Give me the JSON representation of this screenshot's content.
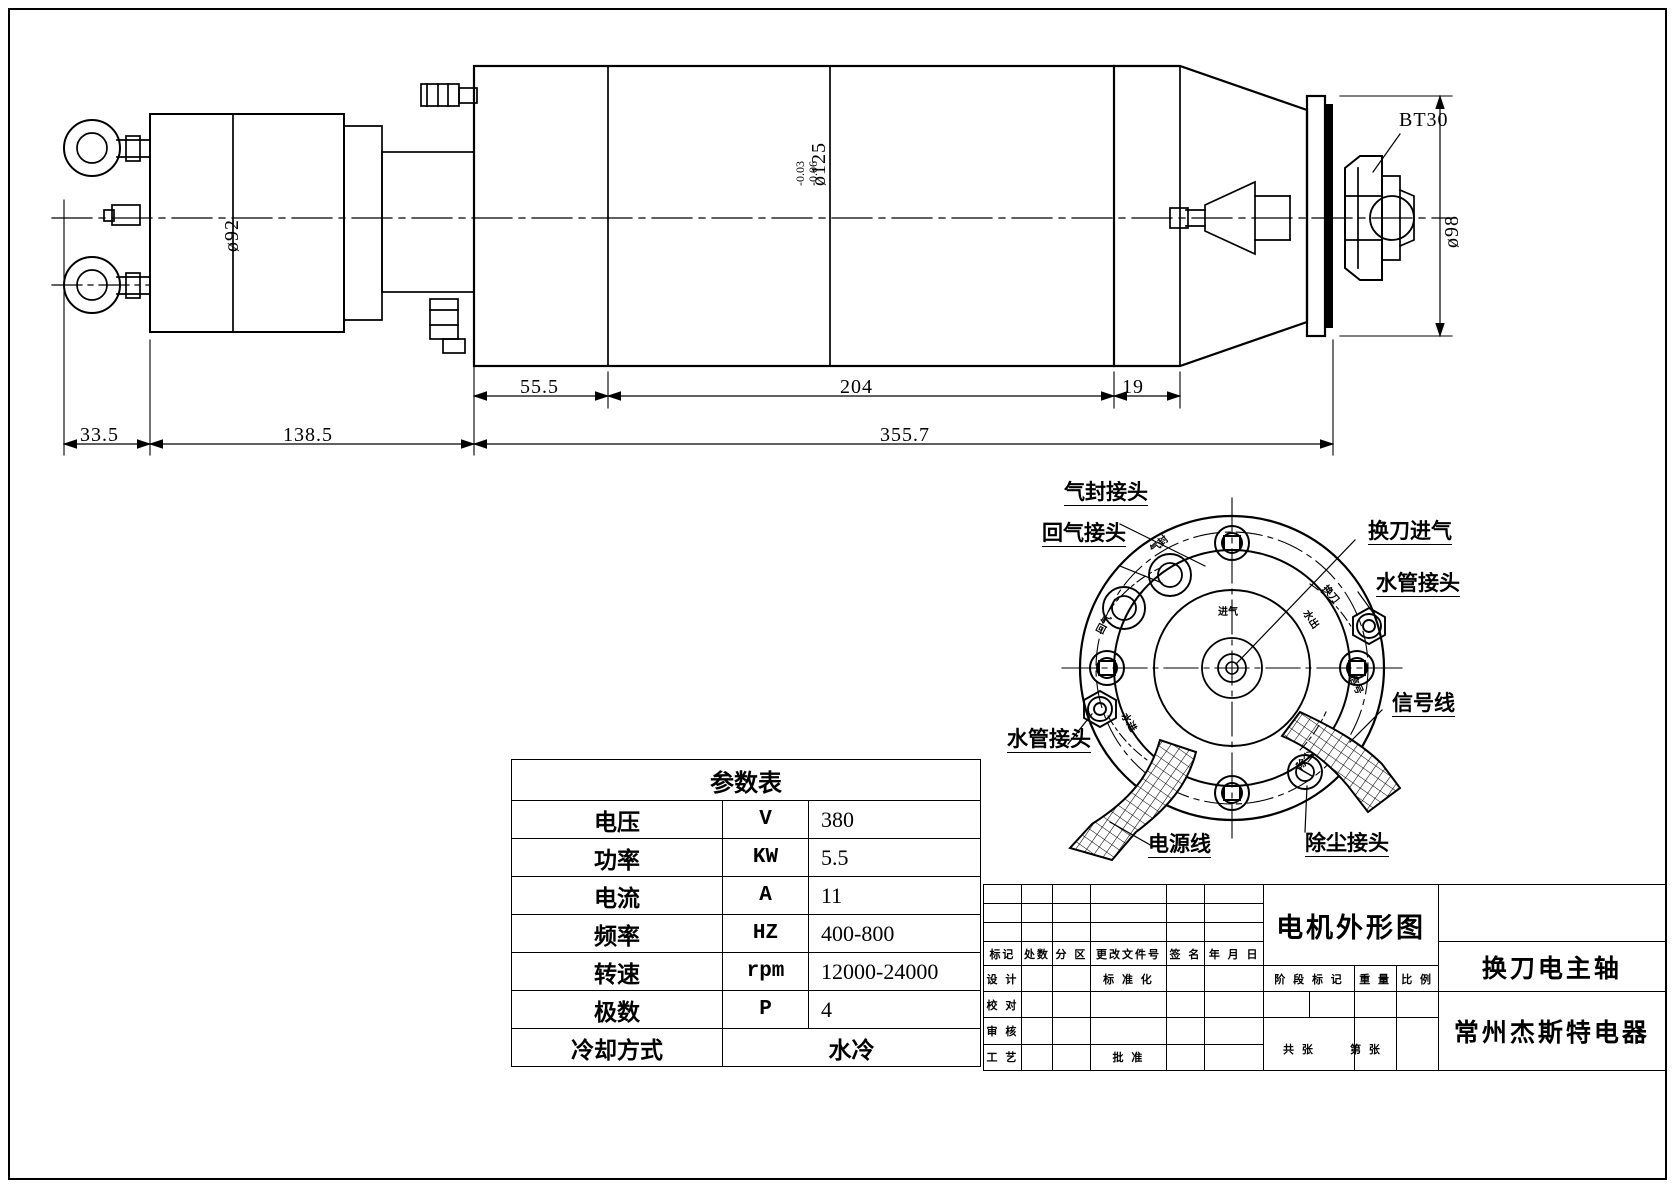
{
  "drawing": {
    "title": "电机外形图",
    "subject": "换刀电主轴",
    "company": "常州杰斯特电器"
  },
  "dimensions": {
    "d_motor_rear": "ø92",
    "d_body": "ø125",
    "tol_upper": "-0.03",
    "tol_lower": "-0.06",
    "d_nose": "ø98",
    "taper": "BT30",
    "len_rear_overhang": "33.5",
    "len_rear_body": "138.5",
    "len_front_step": "55.5",
    "len_main": "204",
    "len_nose": "19",
    "len_total": "355.7"
  },
  "front_view": {
    "center_label": "进气",
    "callouts": [
      {
        "id": "air-seal",
        "label": "气封接头"
      },
      {
        "id": "air-return",
        "label": "回气接头"
      },
      {
        "id": "tool-change-air",
        "label": "换刀进气"
      },
      {
        "id": "water-pipe-right",
        "label": "水管接头"
      },
      {
        "id": "signal-line",
        "label": "信号线"
      },
      {
        "id": "dust-port",
        "label": "除尘接头"
      },
      {
        "id": "power-line",
        "label": "电源线"
      },
      {
        "id": "water-pipe-left",
        "label": "水管接头"
      }
    ],
    "radial_tags": [
      "气封",
      "回气",
      "换刀",
      "水出",
      "水进",
      "除尘",
      "信号"
    ]
  },
  "param_table": {
    "title": "参数表",
    "rows": [
      {
        "name": "电压",
        "unit": "V",
        "value": "380"
      },
      {
        "name": "功率",
        "unit": "KW",
        "value": "5.5"
      },
      {
        "name": "电流",
        "unit": "A",
        "value": "11"
      },
      {
        "name": "频率",
        "unit": "HZ",
        "value": "400-800"
      },
      {
        "name": "转速",
        "unit": "rpm",
        "value": "12000-24000"
      },
      {
        "name": "极数",
        "unit": "P",
        "value": "4"
      }
    ],
    "cooling_name": "冷却方式",
    "cooling_value": "水冷"
  },
  "title_block": {
    "rev_headers": [
      "标记",
      "处数",
      "分  区",
      "更改文件号",
      "签  名",
      "年 月 日"
    ],
    "roles": [
      "设 计",
      "校 对",
      "审 核",
      "工 艺"
    ],
    "approvals": [
      "标 准 化",
      "批 准"
    ],
    "stage_mark": "阶 段 标 记",
    "weight": "重 量",
    "scale": "比 例",
    "sheet_total": "共    张",
    "sheet_no": "第    张"
  }
}
